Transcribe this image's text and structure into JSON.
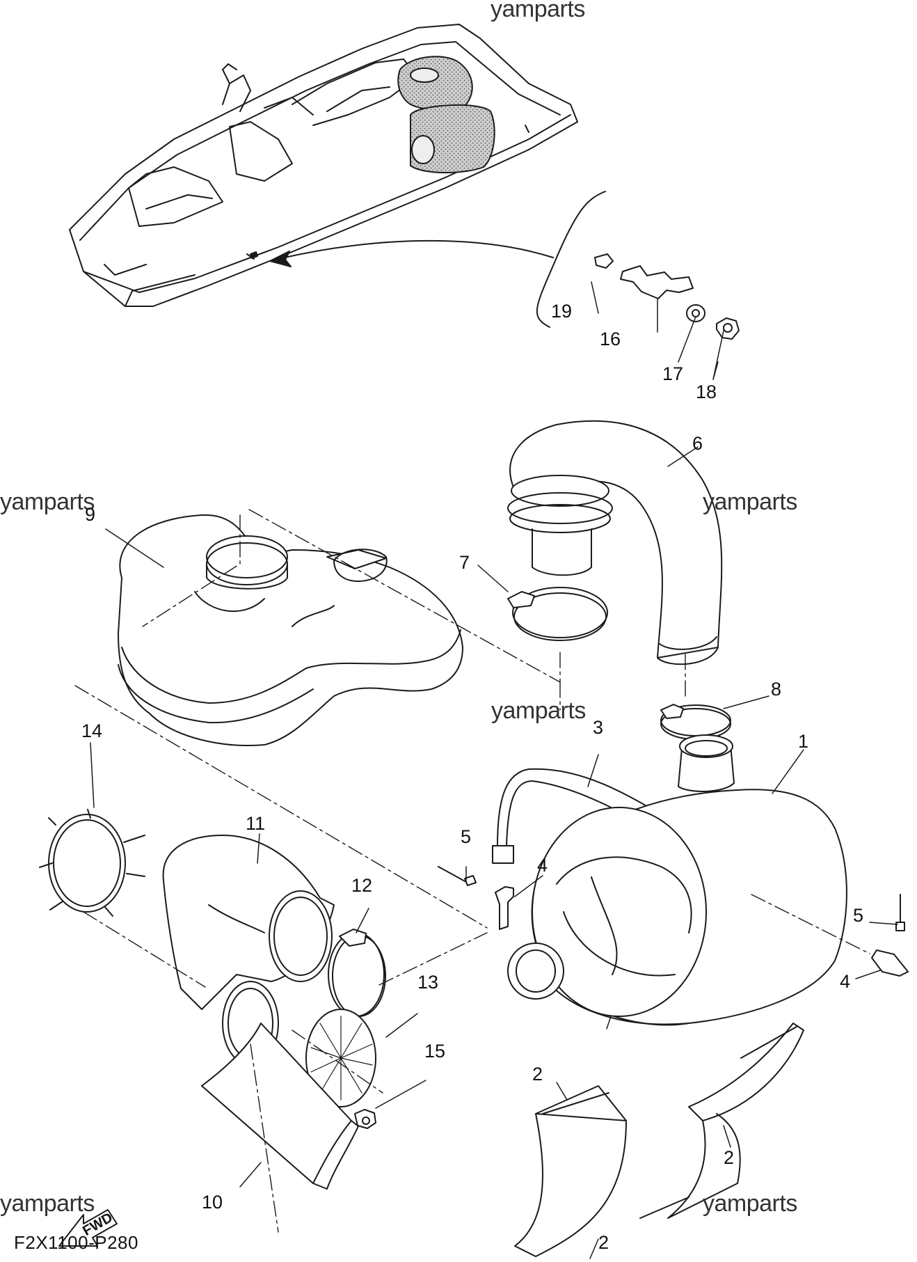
{
  "watermark": "yamparts",
  "diagram_code": "F2X1100-P280",
  "fwd_label": "FWD",
  "callouts": {
    "c1": "1",
    "c2a": "2",
    "c2b": "2",
    "c2c": "2",
    "c3": "3",
    "c4a": "4",
    "c4b": "4",
    "c5a": "5",
    "c5b": "5",
    "c6": "6",
    "c7": "7",
    "c8": "8",
    "c9": "9",
    "c10": "10",
    "c11": "11",
    "c12": "12",
    "c13": "13",
    "c14": "14",
    "c15": "15",
    "c16": "16",
    "c17": "17",
    "c18": "18",
    "c19": "19"
  }
}
